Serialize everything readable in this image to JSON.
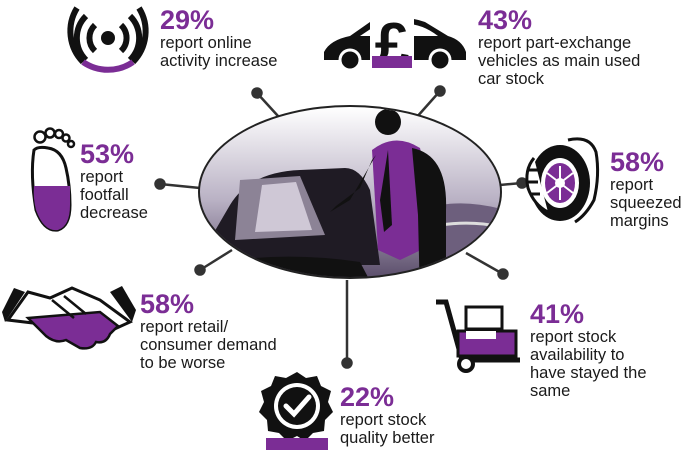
{
  "colors": {
    "accent": "#7b2d95",
    "dark": "#1a1a1a"
  },
  "stats": [
    {
      "id": "online",
      "icon": "wifi-signal-icon",
      "percent": "29%",
      "text": "report online\nactivity increase"
    },
    {
      "id": "partex",
      "icon": "car-pound-icon",
      "percent": "43%",
      "text": "report part-exchange\nvehicles as main used\ncar stock"
    },
    {
      "id": "footfall",
      "icon": "footprint-icon",
      "percent": "53%",
      "text": "report\nfootfall\ndecrease"
    },
    {
      "id": "margins",
      "icon": "squeezed-tyre-icon",
      "percent": "58%",
      "text": "report\nsqueezed\nmargins"
    },
    {
      "id": "demand",
      "icon": "handshake-icon",
      "percent": "58%",
      "text": "report retail/\nconsumer demand\nto be worse"
    },
    {
      "id": "availability",
      "icon": "hand-truck-icon",
      "percent": "41%",
      "text": "report stock\navailability to\nhave stayed the\nsame"
    },
    {
      "id": "quality",
      "icon": "check-badge-icon",
      "percent": "22%",
      "text": "report stock\nquality better"
    }
  ]
}
